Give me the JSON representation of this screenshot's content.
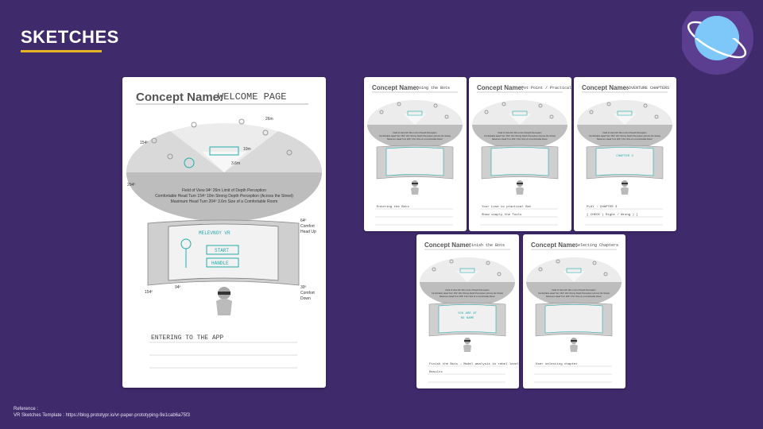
{
  "header": {
    "title": "SKETCHES"
  },
  "reference": {
    "label": "Reference :",
    "line": "VR Sketches Template : https://blog.prototypr.io/vr-paper-prototyping-9e1cab6a75f3"
  },
  "template": {
    "concept_label": "Concept Name:",
    "fov_lines": [
      "Field of View 94º   26m Limit of Depth Perception",
      "Comfortable Head Turn 154º   10m Strong Depth Perception (Across the Street)",
      "Maximum Head Turn 204º   3.6m Size of a Comfortable Room"
    ],
    "angles": {
      "a154": "154º",
      "a204": "204º",
      "a64": "64º",
      "a94": "94º",
      "a30": "30º"
    },
    "distances": {
      "d26": "26m",
      "d10": "10m",
      "d36": "3.6m"
    },
    "comfort_up": [
      "Comfort",
      "Head Up"
    ],
    "comfort_down": [
      "Comfort",
      "Down"
    ]
  },
  "sketches": [
    {
      "name": "WELCOME PAGE",
      "app": "MELEVNOY VR",
      "btn1": "START",
      "btn2": "HANDLE",
      "note": "ENTERING TO THE APP"
    },
    {
      "name": "Doing the Bots",
      "note": "Entering the Bots"
    },
    {
      "name": "Pot Point / Practical Bot",
      "note": "Your Lose to practical Bot",
      "note2": "Show simply the Tools"
    },
    {
      "name": "ADVENTURE CHAPTERS",
      "screen": "CHAPTER 3",
      "note": "PLAY : CHAPTER 3",
      "note2": "[ CHECK ( Right / Wrong ) ]"
    },
    {
      "name": "Finish the Bots",
      "screen": "YOU ARE AT",
      "screen2": "NO NAME",
      "note": "Finish the Bots → Model analysis in rebel level",
      "note2": "Results"
    },
    {
      "name": "Selecting Chapters",
      "note": "User selecting chapter"
    }
  ]
}
